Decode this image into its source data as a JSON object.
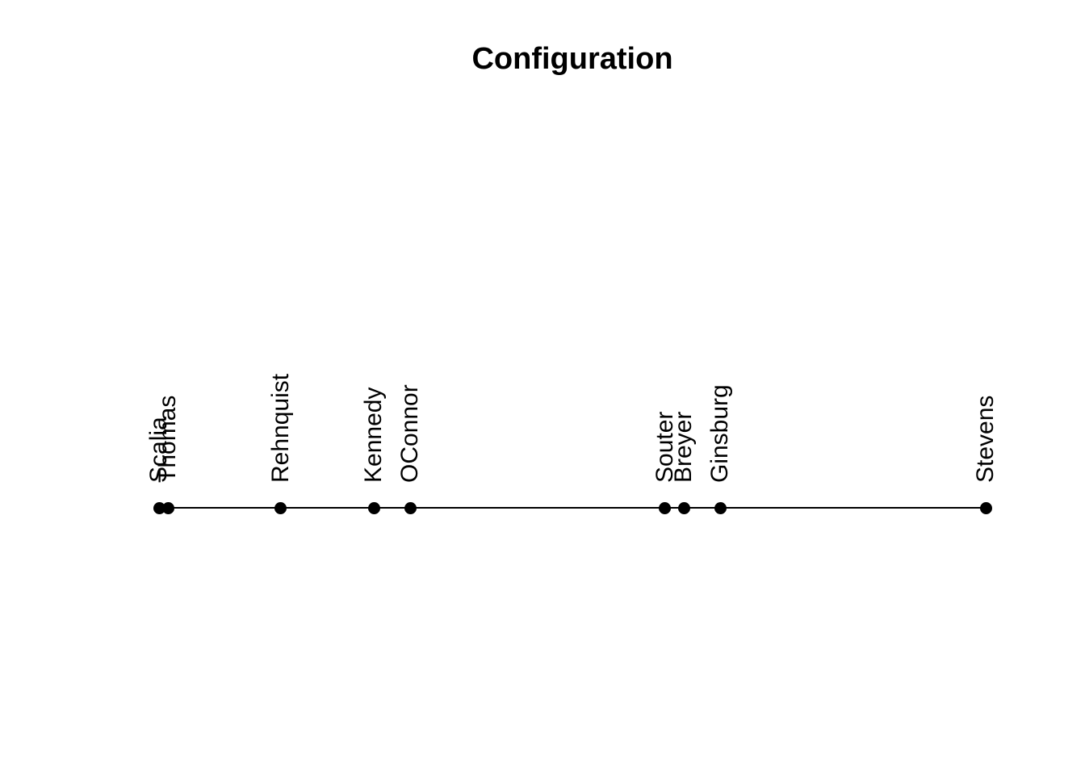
{
  "title": "Configuration",
  "chart_data": {
    "type": "scatter",
    "subtype": "unidimensional-scaling-configuration",
    "title": "Configuration",
    "xlabel": "",
    "ylabel": "",
    "axes_visible": false,
    "grid": false,
    "legend": "none",
    "xlim": [
      0,
      1
    ],
    "point_color": "#000000",
    "line_color": "#000000",
    "background_color": "#ffffff",
    "label_rotation_deg": 90,
    "points": [
      {
        "label": "Scalia",
        "x": 0.0
      },
      {
        "label": "Thomas",
        "x": 0.011
      },
      {
        "label": "Rehnquist",
        "x": 0.147
      },
      {
        "label": "Kennedy",
        "x": 0.26
      },
      {
        "label": "OConnor",
        "x": 0.304
      },
      {
        "label": "Souter",
        "x": 0.612
      },
      {
        "label": "Breyer",
        "x": 0.635
      },
      {
        "label": "Ginsburg",
        "x": 0.679
      },
      {
        "label": "Stevens",
        "x": 1.0
      }
    ]
  }
}
